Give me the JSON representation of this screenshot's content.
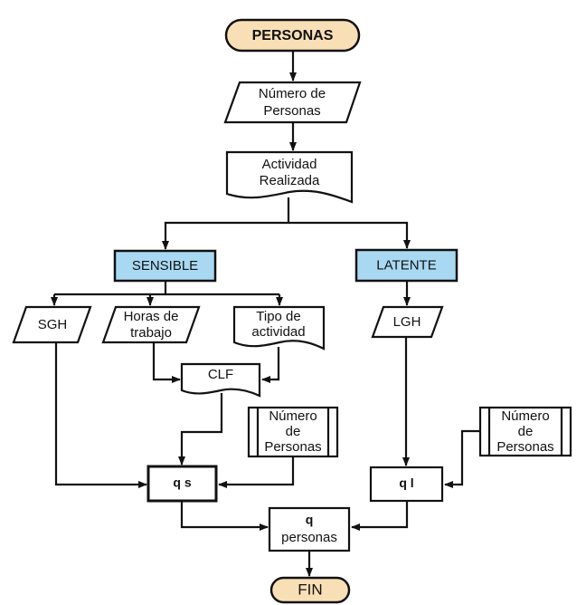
{
  "diagram": {
    "type": "flowchart",
    "colors": {
      "terminator_fill": "#f8dfb6",
      "category_fill": "#a9d9f2",
      "stroke": "#111111"
    },
    "nodes": {
      "start": {
        "label": "PERSONAS",
        "shape": "terminator"
      },
      "num_personas_input": {
        "line1": "Número de",
        "line2": "Personas",
        "shape": "parallelogram"
      },
      "actividad": {
        "line1": "Actividad",
        "line2": "Realizada",
        "shape": "document"
      },
      "sensible": {
        "label": "SENSIBLE",
        "shape": "process-highlight"
      },
      "latente": {
        "label": "LATENTE",
        "shape": "process-highlight"
      },
      "sgh": {
        "label": "SGH",
        "shape": "parallelogram"
      },
      "horas": {
        "line1": "Horas de",
        "line2": "trabajo",
        "shape": "parallelogram"
      },
      "tipo": {
        "line1": "Tipo de",
        "line2": "actividad",
        "shape": "document"
      },
      "lgh": {
        "label": "LGH",
        "shape": "parallelogram"
      },
      "clf": {
        "label": "CLF",
        "shape": "document"
      },
      "sub_num_left": {
        "line1": "Número",
        "line2": "de",
        "line3": "Personas",
        "shape": "predefined-process"
      },
      "sub_num_right": {
        "line1": "Número",
        "line2": "de",
        "line3": "Personas",
        "shape": "predefined-process"
      },
      "qs": {
        "label": "q s",
        "shape": "process"
      },
      "ql": {
        "label": "q l",
        "shape": "process"
      },
      "qpersonas": {
        "line1": "q",
        "line2": "personas",
        "shape": "process"
      },
      "end": {
        "label": "FIN",
        "shape": "terminator"
      }
    },
    "edges": [
      [
        "start",
        "num_personas_input"
      ],
      [
        "num_personas_input",
        "actividad"
      ],
      [
        "actividad",
        "sensible"
      ],
      [
        "actividad",
        "latente"
      ],
      [
        "sensible",
        "sgh"
      ],
      [
        "sensible",
        "horas"
      ],
      [
        "sensible",
        "tipo"
      ],
      [
        "horas",
        "clf"
      ],
      [
        "tipo",
        "clf"
      ],
      [
        "clf",
        "qs"
      ],
      [
        "sgh",
        "qs"
      ],
      [
        "sub_num_left",
        "qs"
      ],
      [
        "latente",
        "lgh"
      ],
      [
        "lgh",
        "ql"
      ],
      [
        "sub_num_right",
        "ql"
      ],
      [
        "qs",
        "qpersonas"
      ],
      [
        "ql",
        "qpersonas"
      ],
      [
        "qpersonas",
        "end"
      ]
    ]
  }
}
